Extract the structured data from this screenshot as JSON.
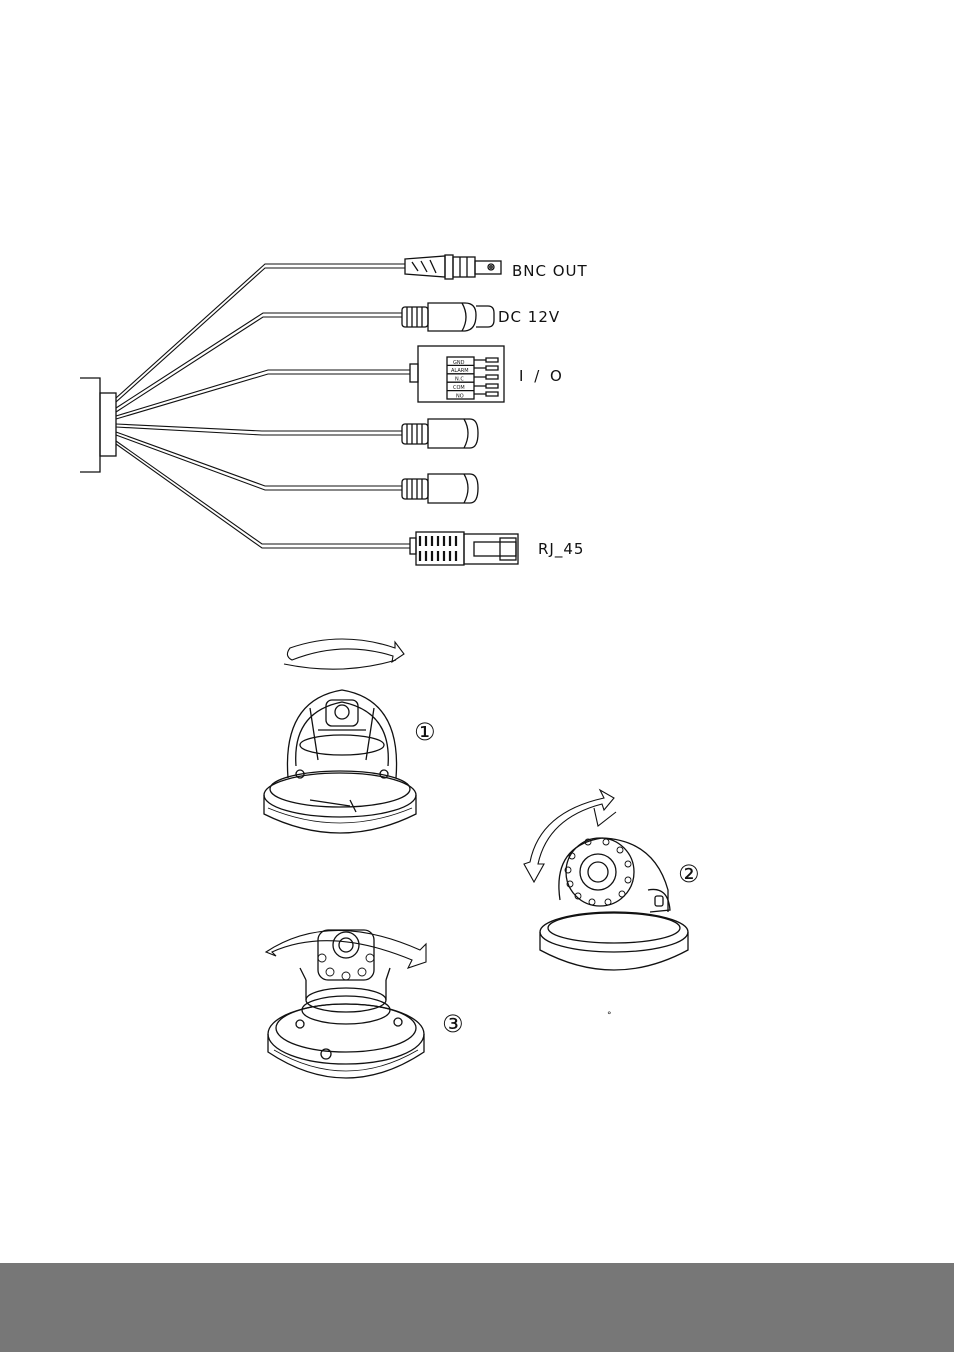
{
  "cable_diagram": {
    "connectors": [
      {
        "id": "bnc",
        "label": "BNC OUT"
      },
      {
        "id": "dc",
        "label": "DC 12V"
      },
      {
        "id": "io",
        "label": "I / O",
        "pins": [
          "GND",
          "ALARM",
          "N.C",
          "COM",
          "NO"
        ]
      },
      {
        "id": "audio1",
        "label": ""
      },
      {
        "id": "audio2",
        "label": ""
      },
      {
        "id": "rj45",
        "label": "RJ_45"
      }
    ]
  },
  "install_steps": [
    {
      "number": "①"
    },
    {
      "number": "②"
    },
    {
      "number": "③"
    }
  ],
  "stray_mark": "°",
  "colors": {
    "line": "#111111",
    "footer": "#777777",
    "background": "#ffffff"
  }
}
